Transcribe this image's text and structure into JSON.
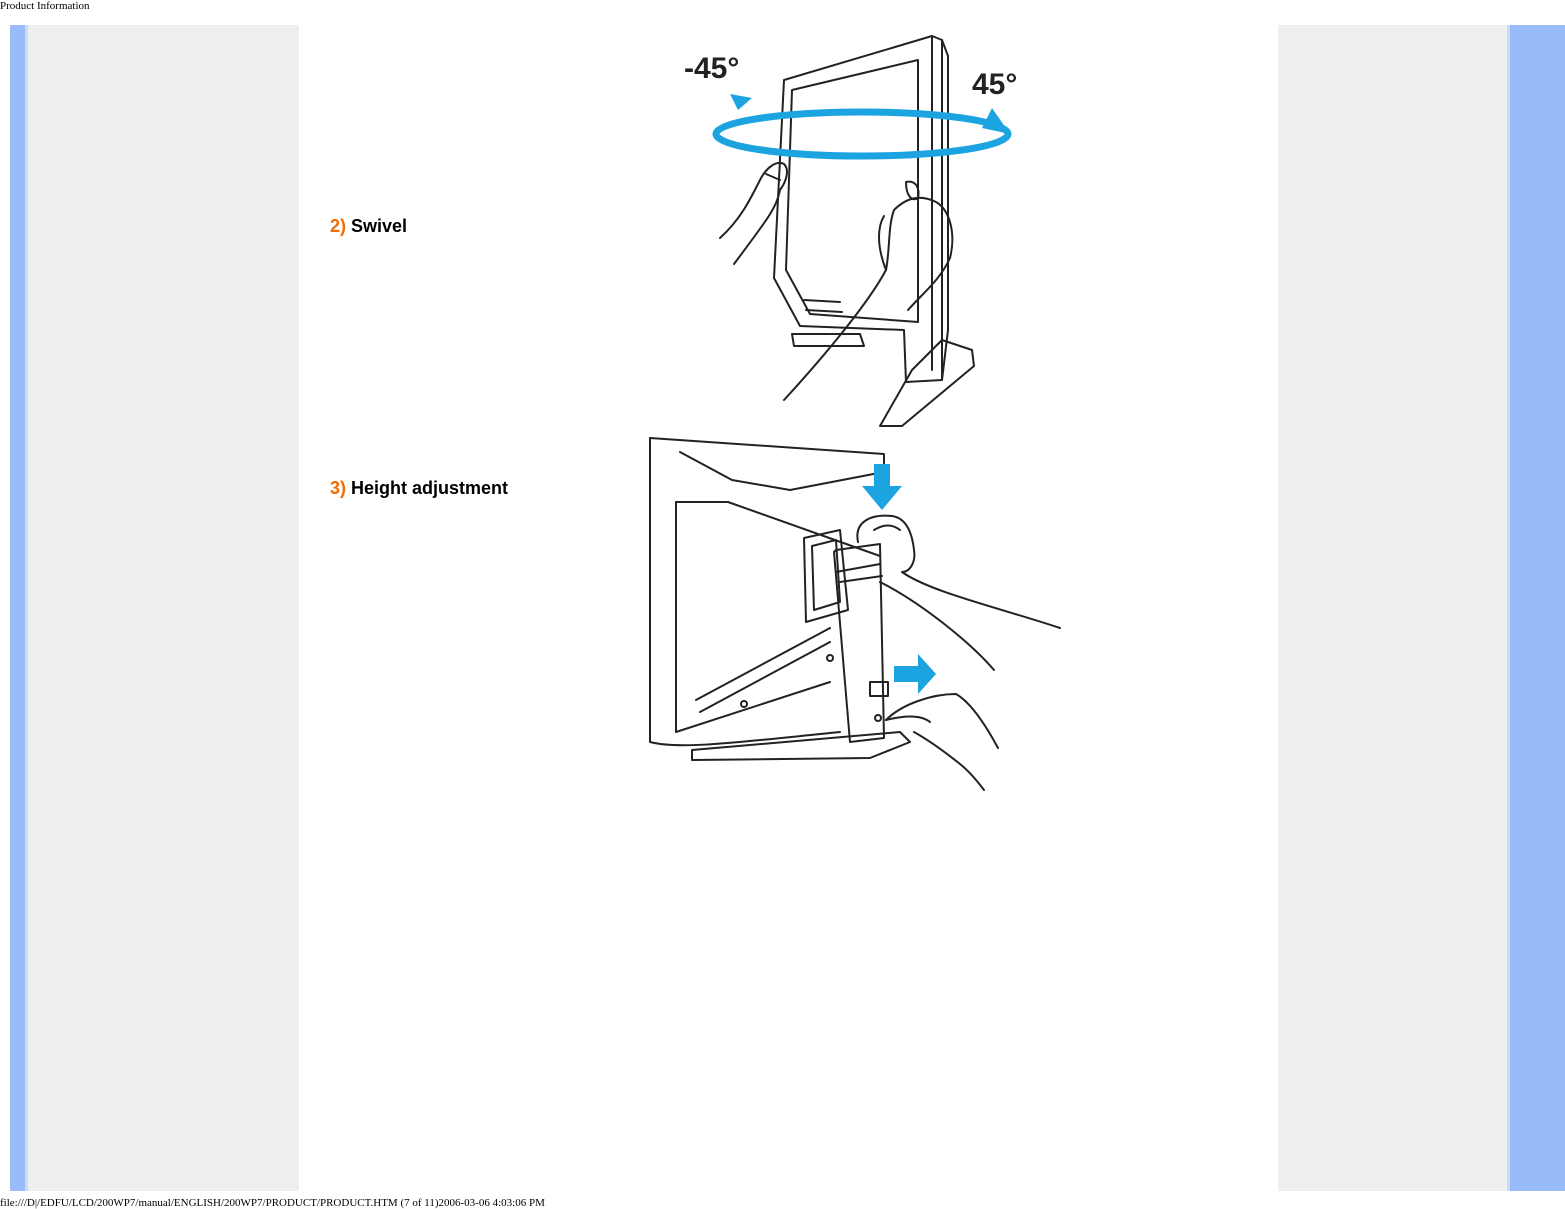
{
  "header": {
    "title": "Product Information"
  },
  "footer": {
    "path": "file:///D|/EDFU/LCD/200WP7/manual/ENGLISH/200WP7/PRODUCT/PRODUCT.HTM (7 of 11)2006-03-06 4:03:06 PM"
  },
  "steps": [
    {
      "number": "2)",
      "label": "Swivel",
      "angle_left": "-45°",
      "angle_right": "45°"
    },
    {
      "number": "3)",
      "label": "Height adjustment"
    }
  ],
  "colors": {
    "accent_orange": "#f26b00",
    "arrow_blue": "#1ba4e0",
    "side_blue": "#99bbf7",
    "side_grey": "#efefef"
  }
}
